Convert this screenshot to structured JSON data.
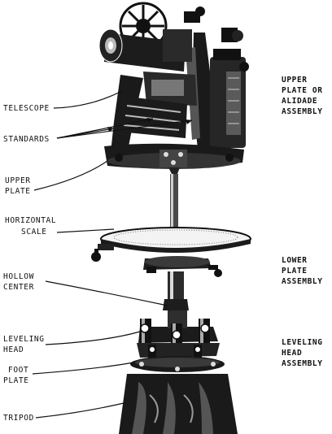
{
  "labels": {
    "telescope": "TELESCOPE",
    "standards": "STANDARDS",
    "upper_plate_1": "UPPER",
    "upper_plate_2": "PLATE",
    "horizontal_scale_1": "HORIZONTAL",
    "horizontal_scale_2": "SCALE",
    "hollow_center_1": "HOLLOW",
    "hollow_center_2": "CENTER",
    "leveling_head_1": "LEVELING",
    "leveling_head_2": "HEAD",
    "foot_plate_1": "FOOT",
    "foot_plate_2": "PLATE",
    "tripod": "TRIPOD"
  },
  "assemblies": {
    "upper_1": "UPPER",
    "upper_2": "PLATE OR",
    "upper_3": "ALIDADE",
    "upper_4": "ASSEMBLY",
    "lower_1": "LOWER",
    "lower_2": "PLATE",
    "lower_3": "ASSEMBLY",
    "leveling_1": "LEVELING",
    "leveling_2": "HEAD",
    "leveling_3": "ASSEMBLY"
  }
}
